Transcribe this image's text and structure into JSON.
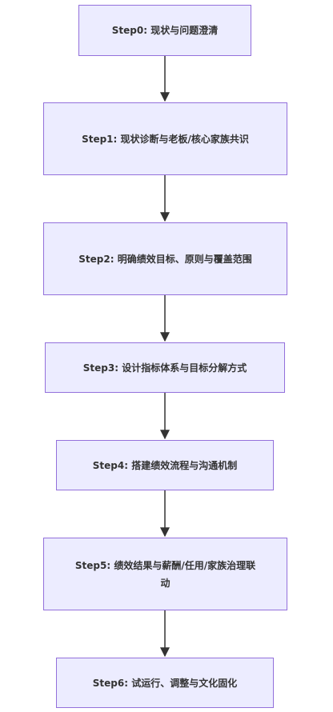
{
  "flowchart": {
    "steps": [
      {
        "label": "Step0: 现状与问题澄清"
      },
      {
        "label": "Step1: 现状诊断与老板/核心家族共识"
      },
      {
        "label": "Step2: 明确绩效目标、原则与覆盖范围"
      },
      {
        "label": "Step3: 设计指标体系与目标分解方式"
      },
      {
        "label": "Step4: 搭建绩效流程与沟通机制"
      },
      {
        "label": "Step5: 绩效结果与薪酬/任用/家族治理联动"
      },
      {
        "label": "Step6: 试运行、调整与文化固化"
      }
    ],
    "colors": {
      "node_fill": "#ececff",
      "node_border": "#9370db",
      "text": "#333333",
      "edge": "#333333"
    }
  }
}
